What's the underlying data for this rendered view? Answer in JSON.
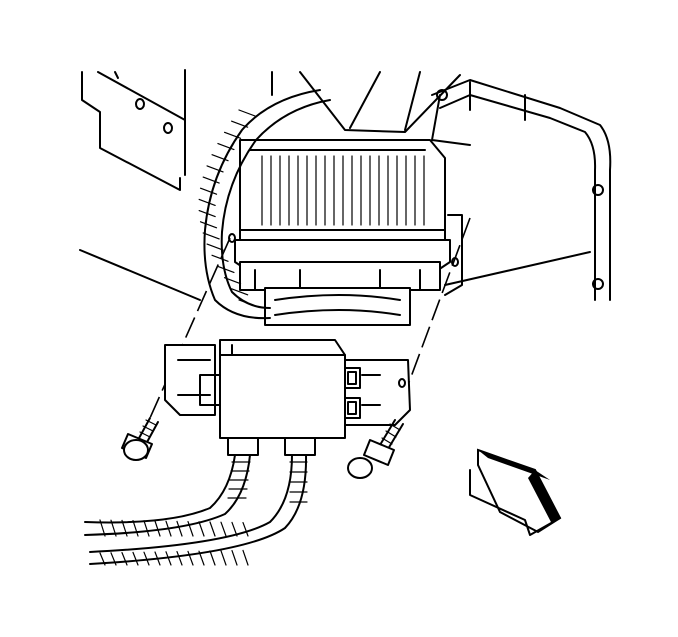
{
  "diagram": {
    "kind": "exploded-view line drawing",
    "colors": {
      "line": "#000000",
      "background": "#ffffff",
      "arrow_fill": "#000000"
    },
    "components": [
      {
        "id": "blower-motor-housing"
      },
      {
        "id": "electronic-module"
      },
      {
        "id": "mounting-bolt-left"
      },
      {
        "id": "mounting-bolt-right"
      },
      {
        "id": "wiring-harness"
      },
      {
        "id": "instrument-panel-bracket"
      },
      {
        "id": "direction-arrow"
      }
    ]
  }
}
